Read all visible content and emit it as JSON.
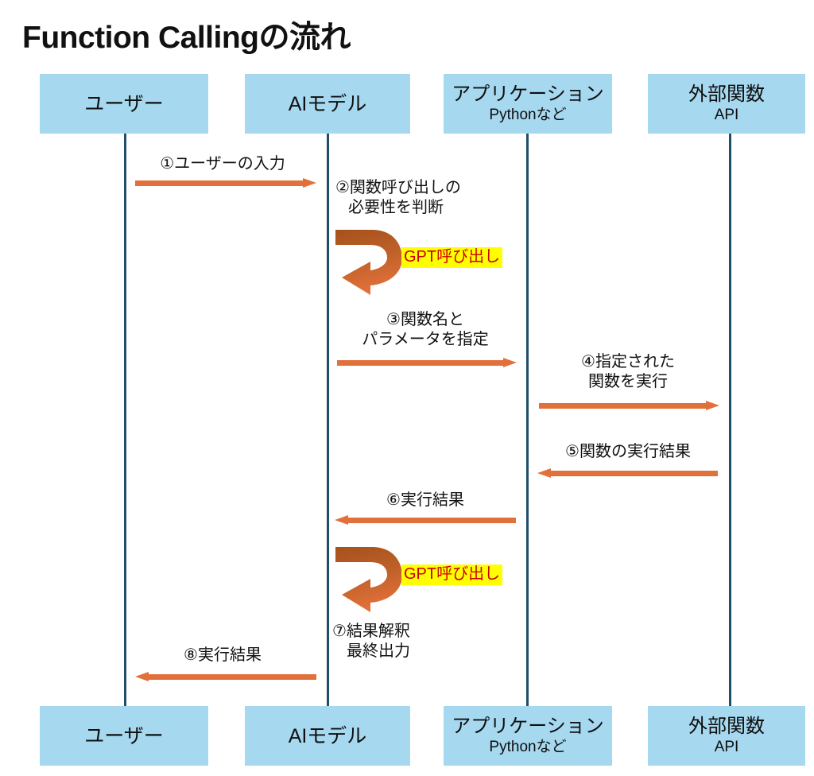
{
  "title": "Function Callingの流れ",
  "colors": {
    "actor_box_fill": "#a6d8ef",
    "lifeline": "#1f4e68",
    "arrow": "#e2703a",
    "self_loop_dark": "#b4561f",
    "highlight_bg": "#ffff00",
    "highlight_text": "#cc0000",
    "text": "#111111",
    "background": "#ffffff"
  },
  "actors": [
    {
      "id": "user",
      "main": "ユーザー",
      "sub": ""
    },
    {
      "id": "model",
      "main": "AIモデル",
      "sub": ""
    },
    {
      "id": "app",
      "main": "アプリケーション",
      "sub": "Pythonなど"
    },
    {
      "id": "api",
      "main": "外部関数",
      "sub": "API"
    }
  ],
  "actors_bottom": [
    {
      "id": "user",
      "main": "ユーザー",
      "sub": ""
    },
    {
      "id": "model",
      "main": "AIモデル",
      "sub": ""
    },
    {
      "id": "app",
      "main": "アプリケーション",
      "sub": "Pythonなど"
    },
    {
      "id": "api",
      "main": "外部関数",
      "sub": "API"
    }
  ],
  "messages": [
    {
      "num": "1",
      "label_line1": "①ユーザーの入力",
      "label_line2": "",
      "from": "user",
      "to": "api_unused_direction_right"
    },
    {
      "num": "3",
      "label_line1": "③関数名と",
      "label_line2": "パラメータを指定",
      "from": "model",
      "to": "app"
    },
    {
      "num": "4",
      "label_line1": "④指定された",
      "label_line2": "関数を実行",
      "from": "app",
      "to": "api"
    },
    {
      "num": "5",
      "label_line1": "⑤関数の実行結果",
      "label_line2": "",
      "from": "api",
      "to": "app"
    },
    {
      "num": "6",
      "label_line1": "⑥実行結果",
      "label_line2": "",
      "from": "app",
      "to": "model"
    },
    {
      "num": "8",
      "label_line1": "⑧実行結果",
      "label_line2": "",
      "from": "model",
      "to": "user"
    }
  ],
  "notes": [
    {
      "num": "2",
      "line1": "②関数呼び出しの",
      "line2": "必要性を判断"
    },
    {
      "num": "7",
      "line1": "⑦結果解釈",
      "line2": "最終出力"
    }
  ],
  "self_calls": [
    {
      "tag": "GPT呼び出し"
    },
    {
      "tag": "GPT呼び出し"
    }
  ]
}
